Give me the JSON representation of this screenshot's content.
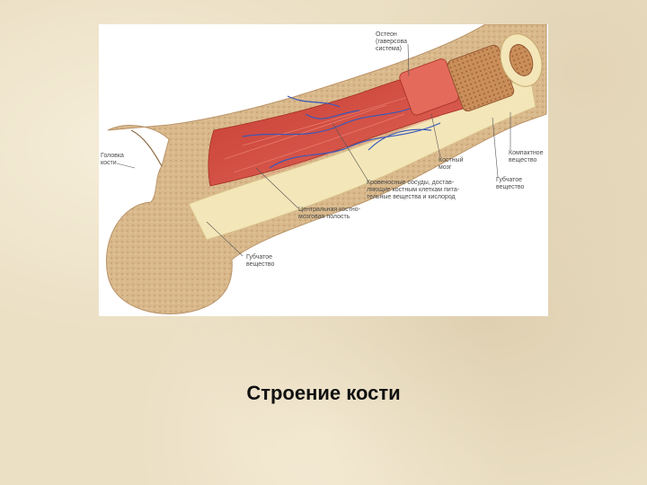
{
  "slide": {
    "title": "Строение кости"
  },
  "diagram": {
    "labels": {
      "osteon": "Остеон\n(гаверсова\nсистема)",
      "femoral_head": "Головка\nкости",
      "compact_bone": "Компактное\nвещество",
      "bone_marrow": "Костный\nмозг",
      "vessels": "Кровеносные сосуды, достав-\nляющие костным клеткам пита-\nтельные вещества и кислород",
      "spongy_bone_right": "Губчатое\nвещество",
      "medullary_cavity": "Центральная костно-\nмозговая полость",
      "spongy_bone_bottom": "Губчатое\nвещество"
    },
    "colors": {
      "bone": "#d9b98c",
      "compact": "#f3e6b8",
      "marrow": "#d2443a",
      "vessel": "#3a58b8",
      "background": "#ebdfc4"
    }
  }
}
